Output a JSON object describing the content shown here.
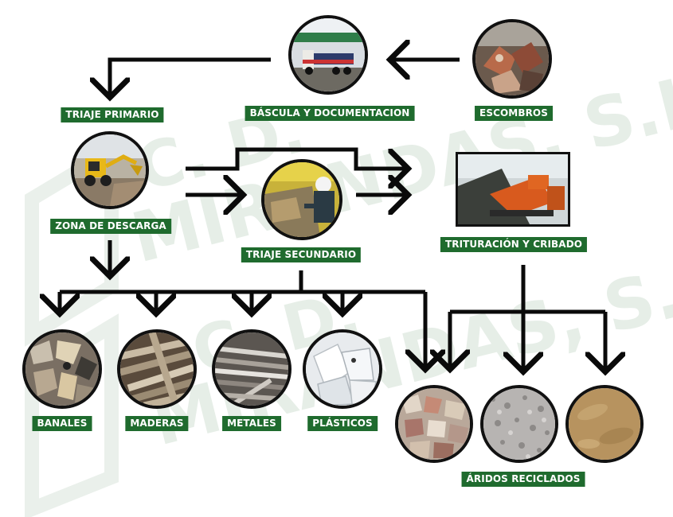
{
  "nodes": {
    "escombros": {
      "label": "ESCOMBROS",
      "icon": "rubble-photo-icon"
    },
    "bascula": {
      "label": "BÁSCULA Y DOCUMENTACION",
      "icon": "truck-weighbridge-photo-icon"
    },
    "triaje_primario": {
      "label": "TRIAJE PRIMARIO"
    },
    "zona_descarga": {
      "label": "ZONA DE DESCARGA",
      "icon": "excavator-photo-icon"
    },
    "triaje_secundario": {
      "label": "TRIAJE SECUNDARIO",
      "icon": "sorting-line-photo-icon"
    },
    "trituracion": {
      "label": "TRITURACIÓN Y CRIBADO",
      "icon": "crusher-machine-photo-icon"
    },
    "banales": {
      "label": "BANALES",
      "icon": "mixed-waste-photo-icon"
    },
    "maderas": {
      "label": "MADERAS",
      "icon": "wood-planks-photo-icon"
    },
    "metales": {
      "label": "METALES",
      "icon": "metal-bars-photo-icon"
    },
    "plasticos": {
      "label": "PLÁSTICOS",
      "icon": "plastic-bags-photo-icon"
    },
    "aridos": {
      "label": "ÁRIDOS RECICLADOS",
      "icons": [
        "coarse-aggregate-photo-icon",
        "gravel-photo-icon",
        "sand-photo-icon"
      ]
    }
  },
  "watermark": {
    "line1": "C. D.",
    "line2": "MIRANDAS, S.L."
  },
  "colors": {
    "label_bg": "#1f6b2e",
    "arrow": "#0a0a0a",
    "watermark": "#e3ebe4"
  }
}
